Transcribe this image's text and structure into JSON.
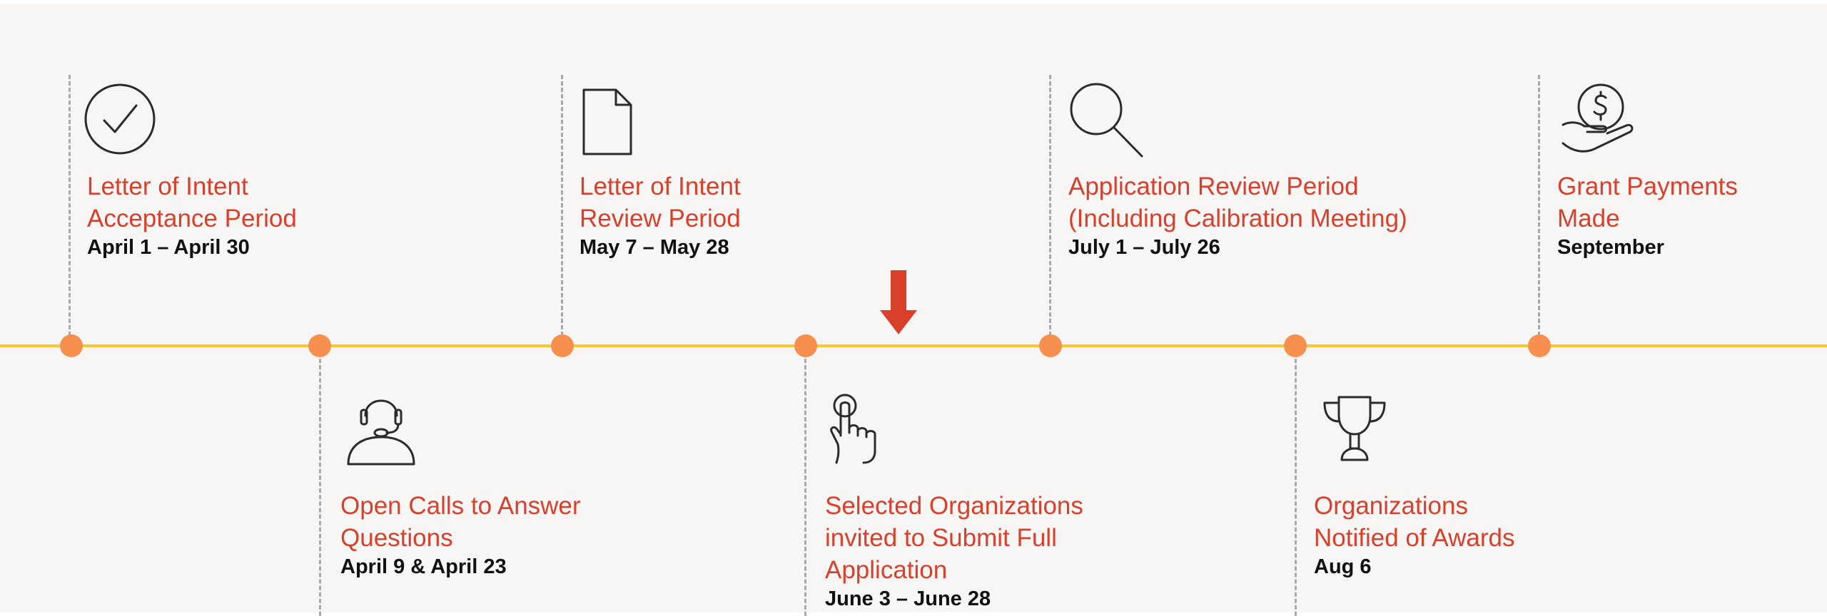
{
  "colors": {
    "background": "#f7f6f5",
    "timeline": "#f9c62c",
    "milestone_dot": "#f7904e",
    "title": "#d8402c",
    "date": "#111111",
    "current_marker": "#d8402c",
    "connector": "#a9a9a9"
  },
  "current_marker": {
    "icon": "down-arrow-icon"
  },
  "milestones_top": [
    {
      "icon": "checkmark-circle-icon",
      "title_line1": "Letter of Intent",
      "title_line2": "Acceptance Period",
      "date": "April 1 – April 30"
    },
    {
      "icon": "document-icon",
      "title_line1": "Letter of Intent",
      "title_line2": "Review Period",
      "date": "May 7 – May 28"
    },
    {
      "icon": "magnifying-glass-icon",
      "title_line1": "Application Review Period",
      "title_line2": "(Including Calibration Meeting)",
      "date": "July 1 – July 26"
    },
    {
      "icon": "hand-money-icon",
      "title_line1": "Grant Payments",
      "title_line2": "Made",
      "date": "September"
    }
  ],
  "milestones_bottom": [
    {
      "icon": "headset-person-icon",
      "title_line1": "Open Calls to Answer",
      "title_line2": "Questions",
      "date": "April 9 & April 23"
    },
    {
      "icon": "pointing-hand-icon",
      "title_line1": "Selected Organizations",
      "title_line2": "invited to Submit Full",
      "title_line3": "Application",
      "date": "June 3 – June 28"
    },
    {
      "icon": "trophy-icon",
      "title_line1": "Organizations",
      "title_line2": "Notified of Awards",
      "date": "Aug 6"
    }
  ]
}
